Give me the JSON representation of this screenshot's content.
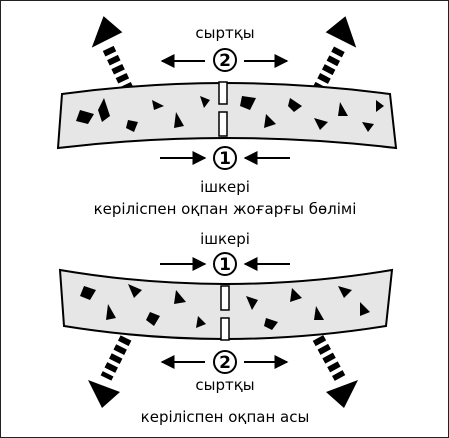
{
  "top_diagram": {
    "outer_label": "сыртқы",
    "outer_number": "2",
    "inner_label": "ішкері",
    "inner_number": "1",
    "caption": "керілiспен оқпан жоғарғы бөлімі"
  },
  "bottom_diagram": {
    "inner_label": "ішкері",
    "inner_number": "1",
    "outer_number": "2",
    "outer_label": "сыртқы",
    "caption": "керілiспен оқпан асы"
  },
  "colors": {
    "ink": "#000000",
    "bark_fill": "#e8e8e8",
    "paper": "#ffffff"
  }
}
